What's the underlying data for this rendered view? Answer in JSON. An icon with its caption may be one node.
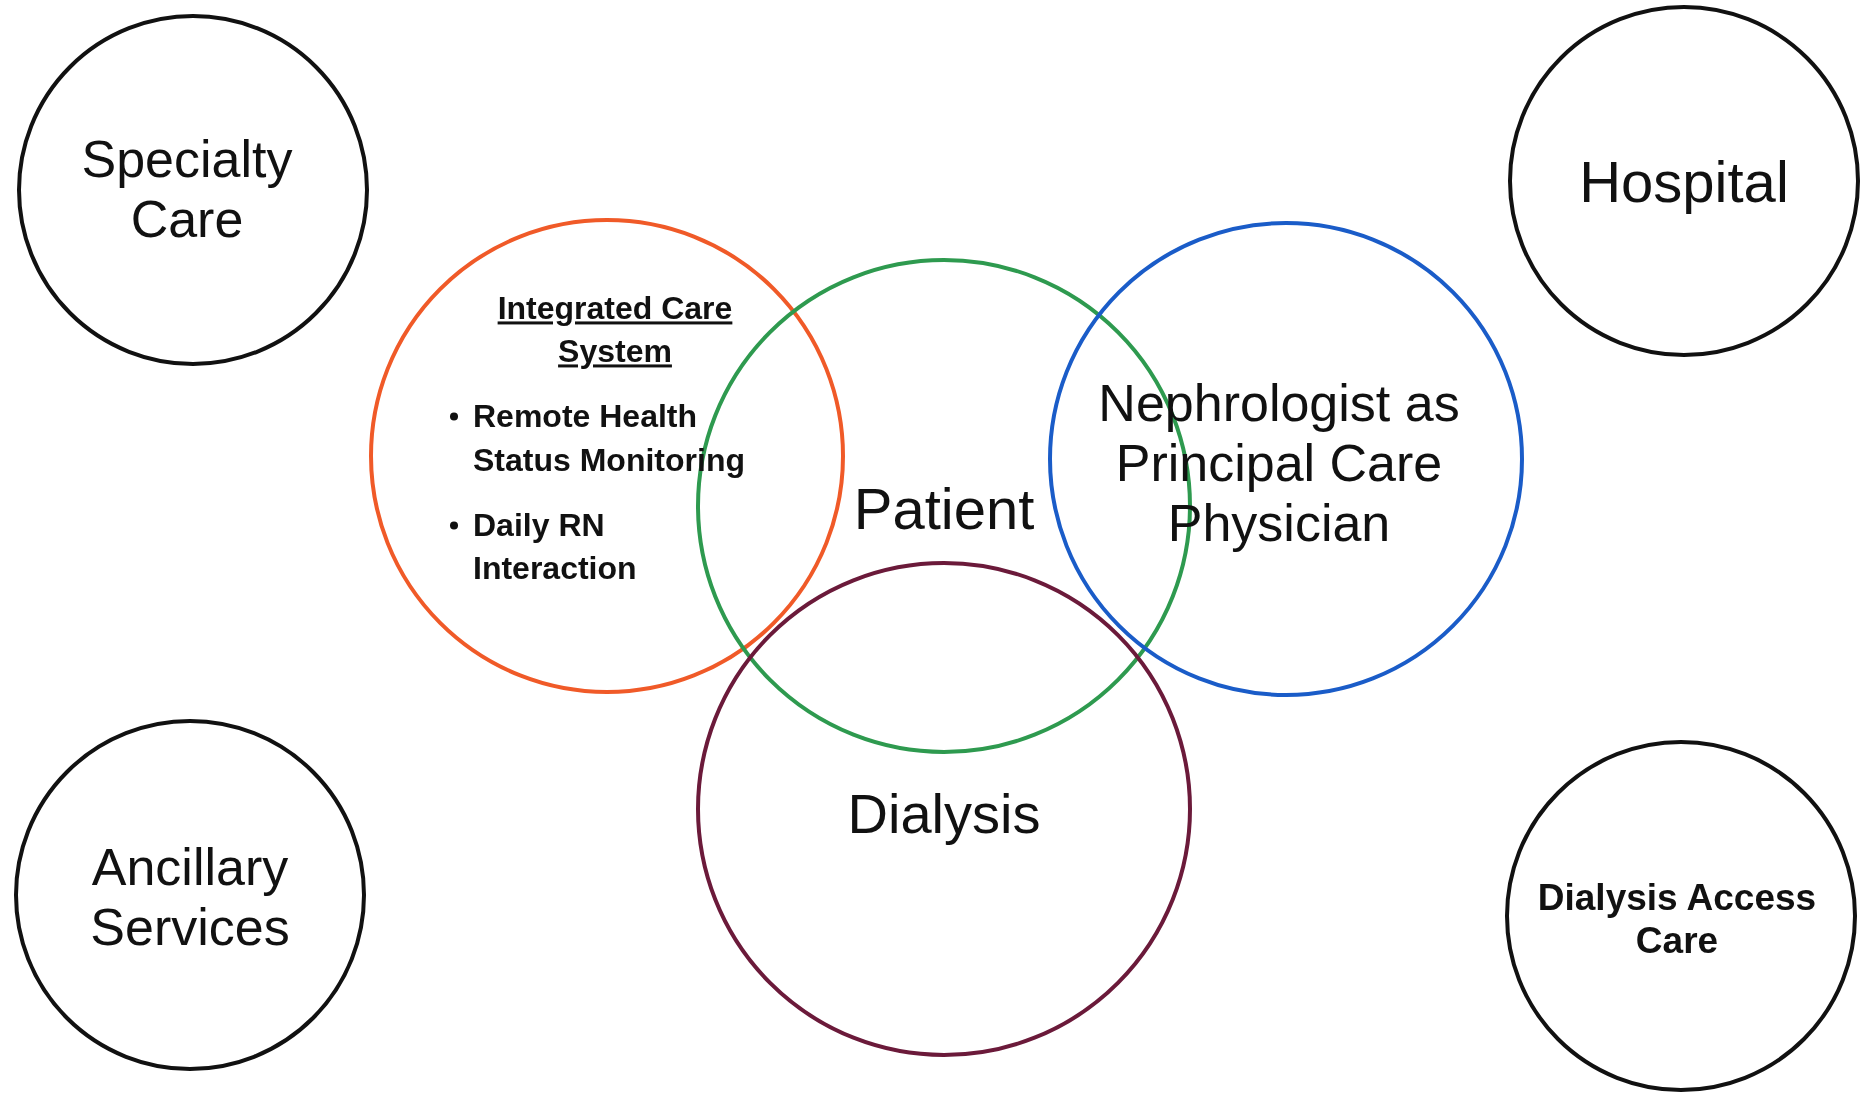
{
  "diagram": {
    "nodes": [
      {
        "text": [
          "Specialty Care"
        ]
      },
      {
        "text": [
          "Hospital"
        ]
      },
      {
        "text": [
          "Integrated Care System",
          "Remote Health Status Monitoring",
          "Daily RN Interaction"
        ]
      },
      {
        "text": [
          "Patient"
        ]
      },
      {
        "text": [
          "Nephrologist as Principal Care Physician"
        ]
      },
      {
        "text": [
          "Dialysis"
        ]
      },
      {
        "text": [
          "Ancillary Services"
        ]
      },
      {
        "text": [
          "Dialysis Access Care"
        ]
      }
    ]
  }
}
